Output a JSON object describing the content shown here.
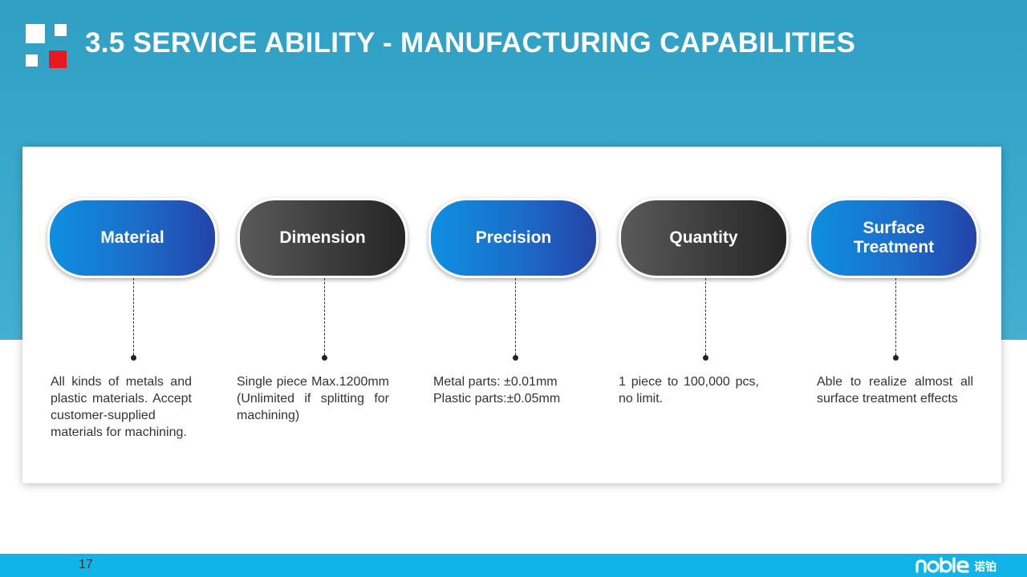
{
  "title": "3.5 SERVICE ABILITY - MANUFACTURING CAPABILITIES",
  "capabilities": [
    {
      "label": "Material",
      "style": "blue",
      "description": "All kinds of metals and plastic materials. Accept customer-supplied materials for machining."
    },
    {
      "label": "Dimension",
      "style": "dark",
      "description": "Single piece Max.1200mm (Unlimited if splitting for machining)"
    },
    {
      "label": "Precision",
      "style": "blue",
      "description": "Metal parts: ±0.01mm\nPlastic parts:±0.05mm"
    },
    {
      "label": "Quantity",
      "style": "dark",
      "description": "1 piece to 100,000 pcs, no limit."
    },
    {
      "label": "Surface\nTreatment",
      "style": "blue",
      "description": "Able to realize almost all surface treatment effects"
    }
  ],
  "footer": {
    "page_number": "17",
    "brand_text": "noble 诺铂"
  },
  "colors": {
    "header_band": "#3aa9cc",
    "accent_red": "#e5191f",
    "pill_blue": "#1c6cc9",
    "pill_dark": "#3c3c3c",
    "footer_bar": "#10b4e8"
  }
}
